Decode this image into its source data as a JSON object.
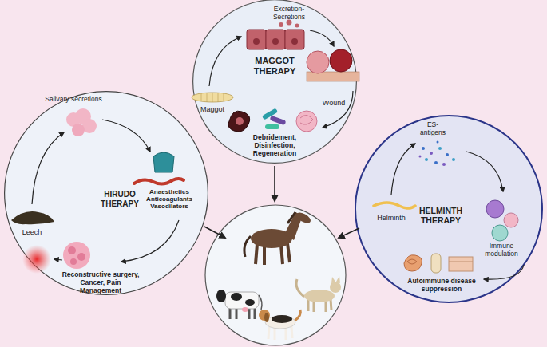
{
  "diagram": {
    "nodes": [
      {
        "text": [
          "Excretion- Secretions",
          "MAGGOT THERAPY",
          "Maggot",
          "Wound",
          "Debridement, Disinfection, Regeneration"
        ]
      },
      {
        "text": [
          "Salivary secretions",
          "HIRUDO THERAPY",
          "Leech",
          "Anaesthetics Anticoagulants Vasodilators",
          "Reconstructive surgery, Cancer, Pain Management"
        ]
      },
      {
        "text": [
          "ES- antigens",
          "HELMINTH THERAPY",
          "Helminth",
          "Immune modulation",
          "Autoimmune disease suppression"
        ]
      }
    ]
  }
}
